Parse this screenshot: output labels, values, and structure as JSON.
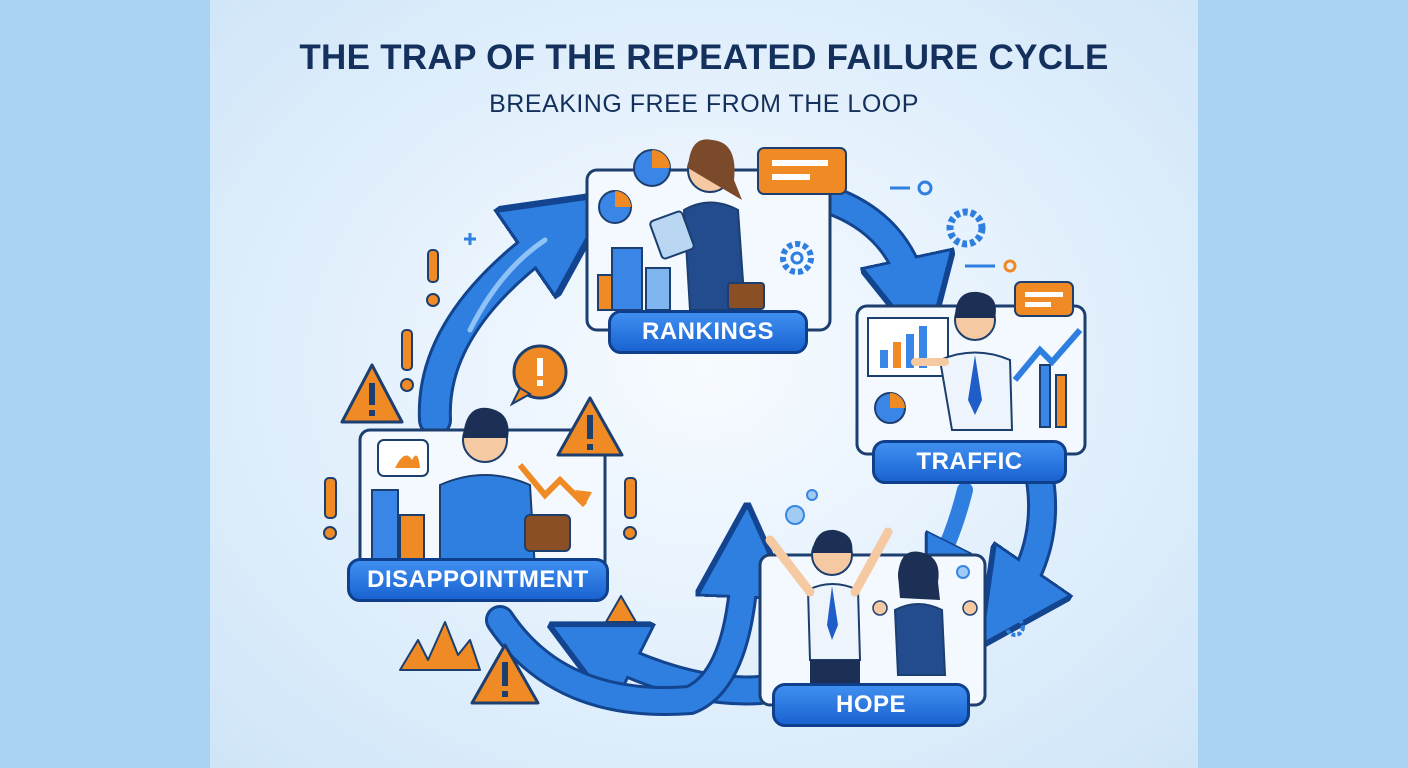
{
  "title": "THE TRAP OF THE REPEATED FAILURE CYCLE",
  "subtitle": "BREAKING FREE FROM THE LOOP",
  "stages": {
    "rankings": "RANKINGS",
    "traffic": "TRAFFIC",
    "hope": "HOPE",
    "disappointment": "DISAPPOINTMENT"
  },
  "colors": {
    "arrow": "#2f7fe0",
    "label": "#1a63d1",
    "warning": "#f08a24",
    "title": "#14305c"
  }
}
